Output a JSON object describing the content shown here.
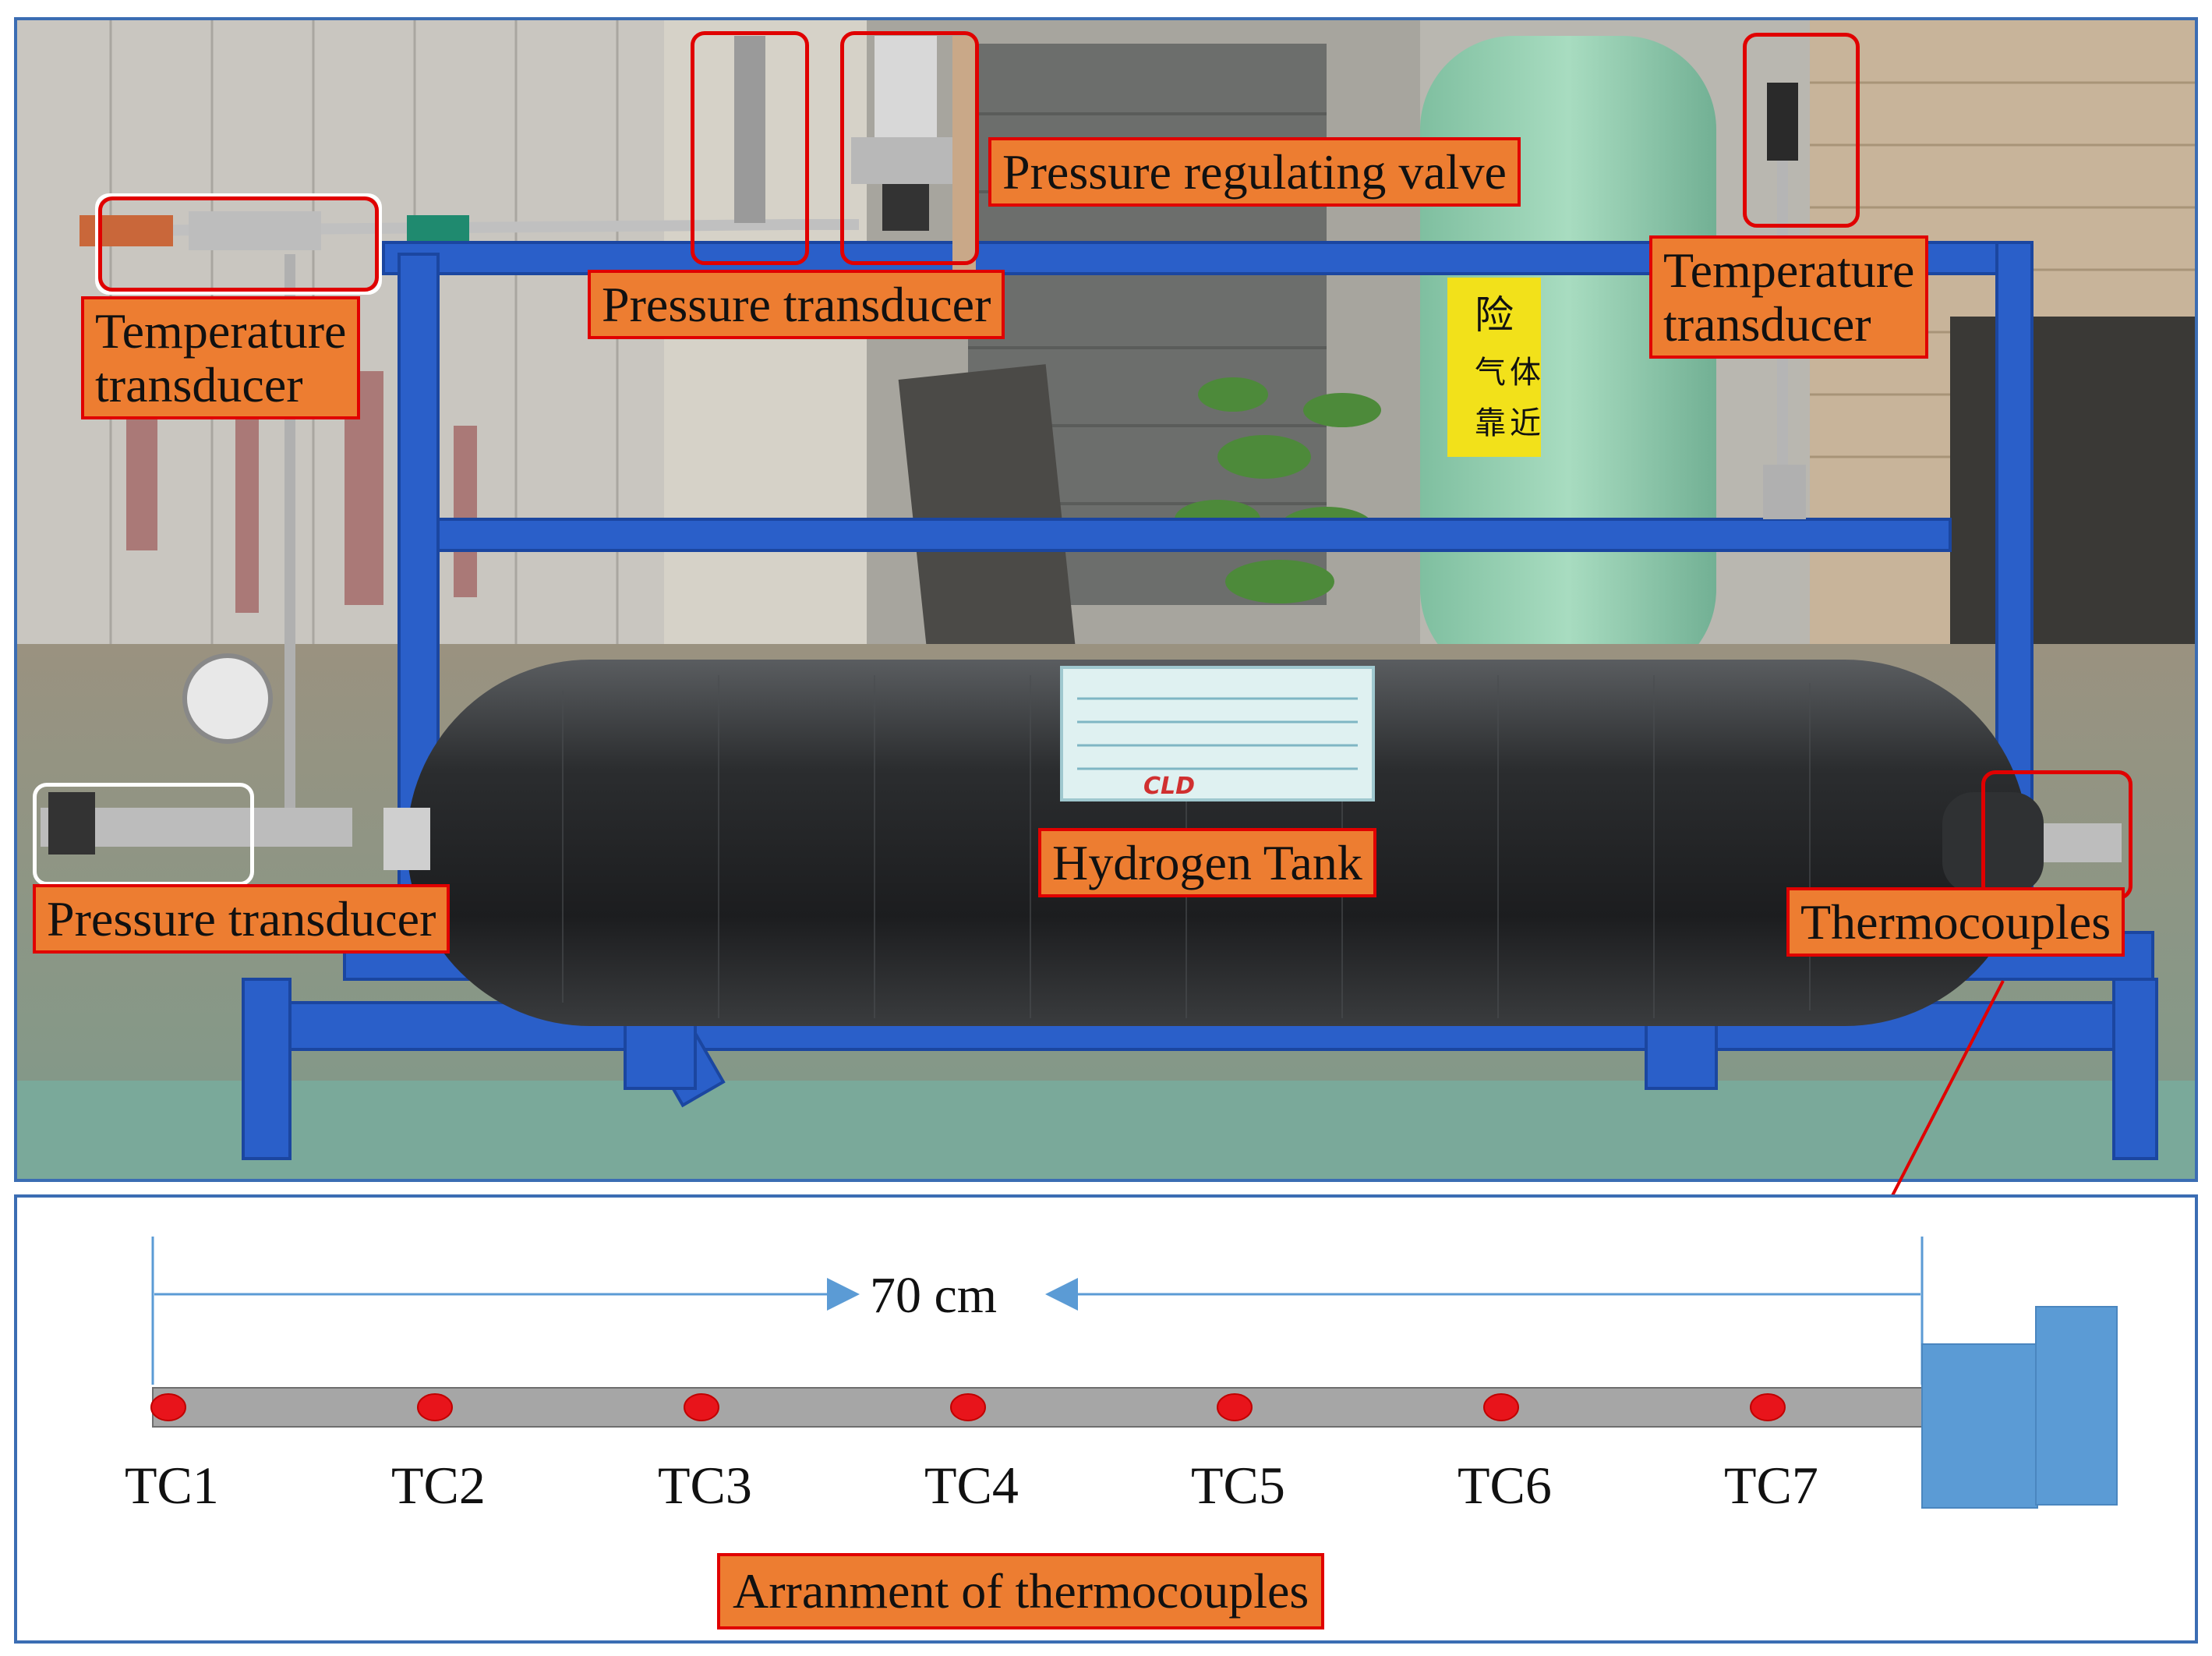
{
  "photo": {
    "labels": {
      "pressure_regulating_valve": "Pressure regulating valve",
      "pressure_transducer_top": "Pressure transducer",
      "temperature_transducer_left": "Temperature\ntransducer",
      "temperature_transducer_right": "Temperature\ntransducer",
      "pressure_transducer_left": "Pressure transducer",
      "hydrogen_tank": "Hydrogen Tank",
      "thermocouples": "Thermocouples"
    },
    "sign_text": "险 气 体 靠 近",
    "tank_label_brand": "CLD"
  },
  "diagram": {
    "dimension": "70 cm",
    "thermocouples": [
      "TC1",
      "TC2",
      "TC3",
      "TC4",
      "TC5",
      "TC6",
      "TC7"
    ],
    "caption": "Arranment of thermocouples",
    "colors": {
      "rod": "#a6a6a6",
      "point": "#e8141b",
      "fitting": "#5b9bd5",
      "arrow": "#5b9bd5",
      "pointer": "#e00000"
    }
  }
}
